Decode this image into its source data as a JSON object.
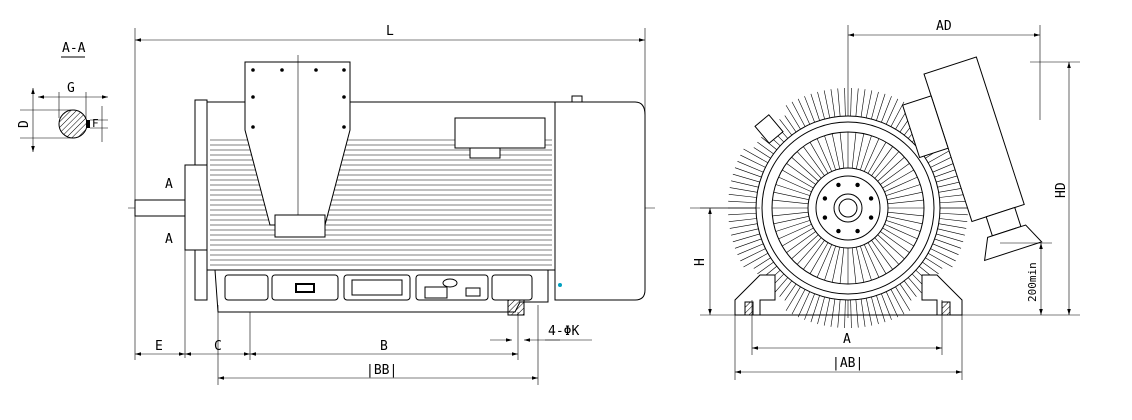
{
  "section": {
    "title": "A-A",
    "g": "G",
    "d": "D",
    "f": "F"
  },
  "side_view": {
    "length": "L",
    "section_mark_top": "A",
    "section_mark_bottom": "A",
    "shaft_extension": "E",
    "c": "C",
    "b": "B",
    "bb": "|BB|",
    "holes": "4-ΦK"
  },
  "end_view": {
    "ad": "AD",
    "h": "H",
    "hd": "HD",
    "clearance": "200min",
    "a": "A",
    "ab": "|AB|"
  },
  "colors": {
    "line": "#000000",
    "marker": "#00a0c0"
  }
}
